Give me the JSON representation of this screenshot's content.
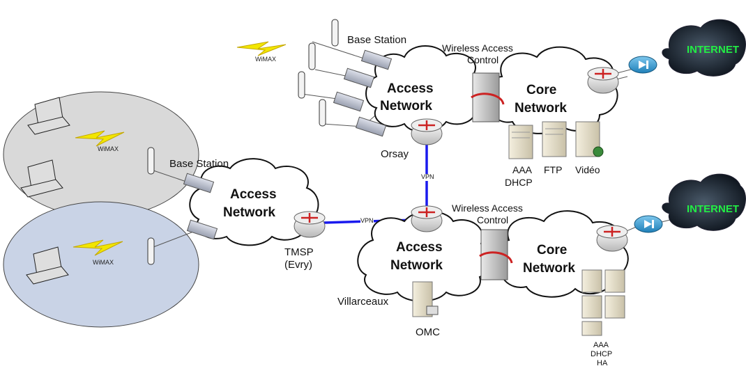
{
  "labels": {
    "top": {
      "base_station": "Base Station",
      "wimax": "WiMAX",
      "wac_line1": "Wireless Access",
      "wac_line2": "Control",
      "access_line1": "Access",
      "access_line2": "Network",
      "core_line1": "Core",
      "core_line2": "Network",
      "internet": "INTERNET",
      "router_label": "Orsay",
      "server1_line1": "AAA",
      "server1_line2": "DHCP",
      "server2": "FTP",
      "server3": "Vidéo"
    },
    "left": {
      "wimax_top": "WiMAX",
      "wimax_bottom": "WiMAX",
      "base_station": "Base Station",
      "access_line1": "Access",
      "access_line2": "Network",
      "router_line1": "TMSP",
      "router_line2": "(Evry)"
    },
    "vpn_vertical": "VPN",
    "vpn_horizontal": "VPN",
    "bottom": {
      "wac_line1": "Wireless Access",
      "wac_line2": "Control",
      "access_line1": "Access",
      "access_line2": "Network",
      "core_line1": "Core",
      "core_line2": "Network",
      "internet": "INTERNET",
      "site": "Villarceaux",
      "omc": "OMC",
      "servers_line1": "AAA",
      "servers_line2": "DHCP",
      "servers_line3": "HA"
    }
  },
  "colors": {
    "vpn_link": "#1a1aee",
    "cloud_fill": "#ffffff",
    "cloud_stroke": "#111111",
    "cell_gray": "#d9d9d9",
    "cell_blue": "#c9d3e6",
    "router_red": "#cc2222",
    "internet_text": "#22ee44",
    "wimax_bolt": "#f2e600"
  }
}
